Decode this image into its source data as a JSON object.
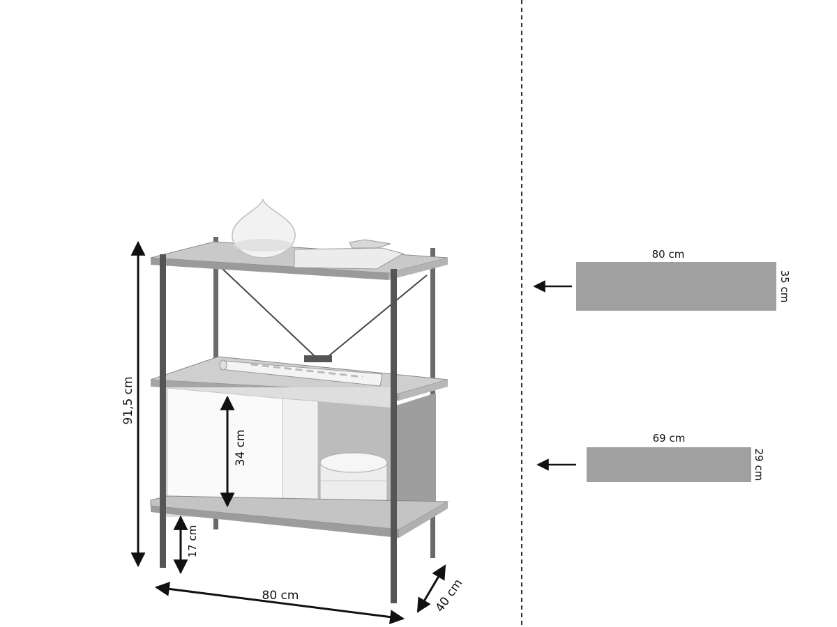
{
  "product_view": {
    "height_total": "91,5 cm",
    "cabinet_height": "34 cm",
    "leg_height": "17 cm",
    "width": "80 cm",
    "depth": "40 cm"
  },
  "shelf_top": {
    "width": "80 cm",
    "depth": "35 cm"
  },
  "shelf_inner": {
    "width": "69 cm",
    "depth": "29 cm"
  },
  "colors": {
    "panel": "#a0a0a0",
    "line": "#111111",
    "divider": "#333333"
  }
}
